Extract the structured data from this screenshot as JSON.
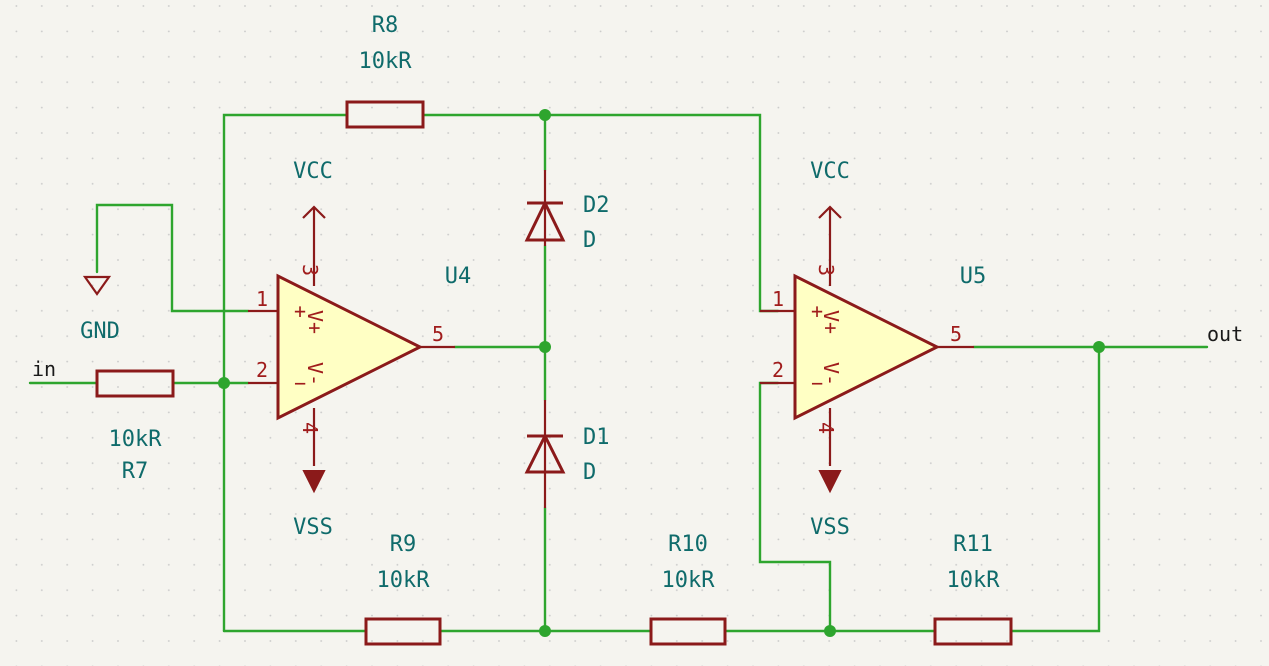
{
  "nets": {
    "in": "in",
    "out": "out"
  },
  "power": {
    "vcc": "VCC",
    "vss": "VSS",
    "gnd": "GND"
  },
  "resistors": {
    "R7": {
      "ref": "R7",
      "value": "10kR"
    },
    "R8": {
      "ref": "R8",
      "value": "10kR"
    },
    "R9": {
      "ref": "R9",
      "value": "10kR"
    },
    "R10": {
      "ref": "R10",
      "value": "10kR"
    },
    "R11": {
      "ref": "R11",
      "value": "10kR"
    }
  },
  "diodes": {
    "D1": {
      "ref": "D1",
      "value": "D"
    },
    "D2": {
      "ref": "D2",
      "value": "D"
    }
  },
  "opamps": {
    "U4": {
      "ref": "U4",
      "pins": {
        "p1": "1",
        "p2": "2",
        "p3": "3",
        "p4": "4",
        "p5": "5"
      },
      "vplus": "V+",
      "vminus": "V-",
      "plus": "+",
      "minus": "−"
    },
    "U5": {
      "ref": "U5",
      "pins": {
        "p1": "1",
        "p2": "2",
        "p3": "3",
        "p4": "4",
        "p5": "5"
      },
      "vplus": "V+",
      "vminus": "V-",
      "plus": "+",
      "minus": "−"
    }
  },
  "colors": {
    "background": "#f5f4ef",
    "wire": "#2ea52e",
    "component": "#8b1a1a",
    "label": "#0f6b6b",
    "opamp_fill": "#ffffc4",
    "grid_dot": "#c8c8c8"
  }
}
